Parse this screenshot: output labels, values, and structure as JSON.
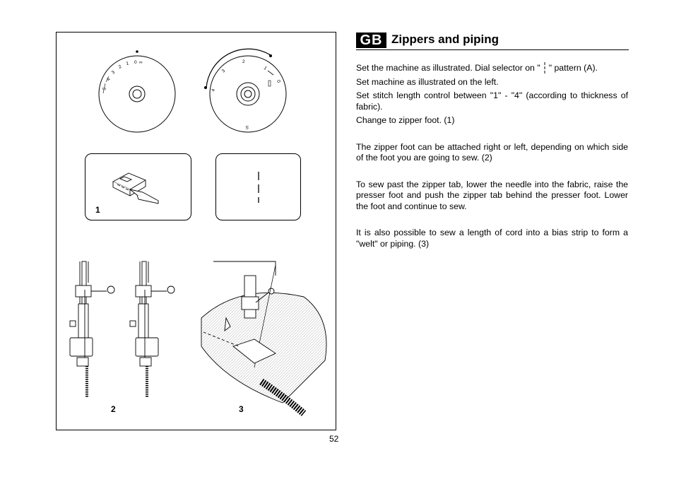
{
  "header": {
    "lang_badge": "GB",
    "title": "Zippers and piping"
  },
  "instructions": {
    "line1_before": "Set the machine as illustrated. Dial selector on \"",
    "line1_after": "\" pattern (A).",
    "line2": "Set machine as illustrated on the left.",
    "line3": "Set stitch length control between \"1\" - \"4\" (according to thickness of fabric).",
    "line4": "Change to zipper foot. (1)",
    "para2": "The zipper foot can be attached right or left, depending on which side of the foot you are going to sew. (2)",
    "para3": "To sew past the zipper tab, lower the needle into the fabric, raise the presser foot and push the zipper tab behind the presser foot. Lower the foot and continue to sew.",
    "para4": "It is also possible to sew a length of cord into a bias strip to form a \"welt\" or piping. (3)"
  },
  "figures": {
    "fig1_label": "1",
    "fig2_label": "2",
    "fig3_label": "3",
    "dial_left_marks": [
      "5",
      "4",
      "3",
      "2",
      "1",
      "0",
      "∞"
    ],
    "dial_right_marks": [
      "4",
      "3",
      "2",
      "1",
      "0",
      "S"
    ]
  },
  "footer": {
    "page_number": "52"
  }
}
